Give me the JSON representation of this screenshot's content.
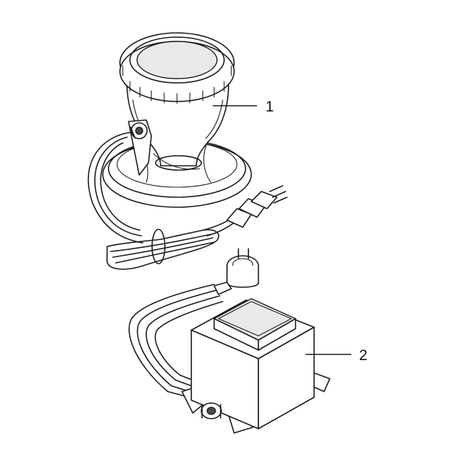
{
  "diagram": {
    "callouts": [
      {
        "id": "1",
        "label": "1"
      },
      {
        "id": "2",
        "label": "2"
      }
    ],
    "colors": {
      "ink": "#1a1a1a",
      "background": "#ffffff",
      "shade": "#e9e9e9"
    }
  }
}
